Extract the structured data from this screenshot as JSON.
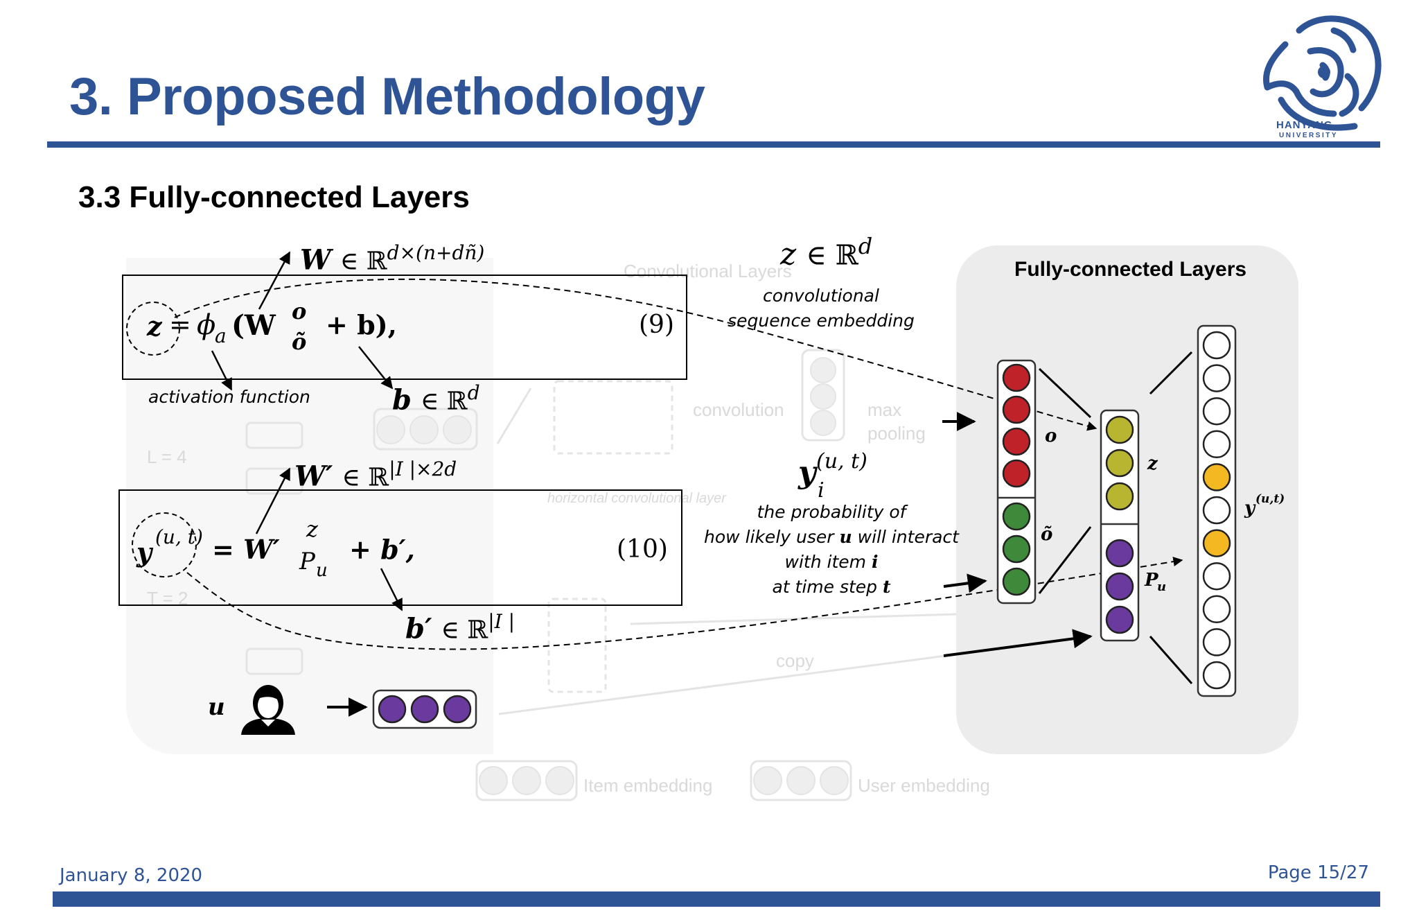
{
  "slide": {
    "title": "3. Proposed Methodology",
    "subtitle": "3.3 Fully-connected Layers",
    "date": "January 8, 2020",
    "page": "Page 15/27"
  },
  "logo": {
    "icon": "lion-head-icon",
    "line1": "HANYANG",
    "line2": "UNIVERSITY",
    "color": "#2f5496"
  },
  "equations": {
    "eq9": {
      "lhs": "z",
      "eq": "=",
      "fn": "ϕ",
      "fn_sub": "a",
      "open": "(W",
      "vec_top": "o",
      "vec_bot": "õ",
      "tail": "+ b),",
      "number": "(9)"
    },
    "eq10": {
      "lhs": "y",
      "lhs_sup": "(u, t)",
      "eq": "= W′",
      "vec_top": "z",
      "vec_bot": "P",
      "vec_bot_sub": "u",
      "tail": "+ b′,",
      "number": "(10)"
    }
  },
  "labels": {
    "W_def": {
      "sym": "W",
      "in": "∈ ℝ",
      "sup": "d×(n+dñ)"
    },
    "b_def": {
      "sym": "b",
      "in": "∈ ℝ",
      "sup": "d"
    },
    "Wp_def": {
      "sym": "W′",
      "in": "∈ ℝ",
      "sup": "|I |×2d"
    },
    "bp_def": {
      "sym": "b′",
      "in": "∈ ℝ",
      "sup": "|I |"
    },
    "z_def": {
      "sym": "z",
      "in": "∈ ℝ",
      "sup": "d"
    },
    "y_def": {
      "sym": "y",
      "sub": "i",
      "sup": "(u, t)"
    },
    "activation": "activation function",
    "z_note": [
      "convolutional",
      "sequence embedding"
    ],
    "y_note": {
      "l1": "the probability of",
      "l2a": "how likely user ",
      "l2b": "u",
      "l2c": " will interact",
      "l3a": "with item ",
      "l3b": "i",
      "l4a": "at time step ",
      "l4b": "t"
    },
    "user": "u"
  },
  "diagram": {
    "panel_title": "Fully-connected Layers",
    "o_label": "o",
    "ot_label": "õ",
    "z_label": "z",
    "pu_label": "P",
    "pu_sub": "u",
    "y_label": "y",
    "y_sup": "(u,t)",
    "colors": {
      "o": "#c0222a",
      "ot": "#3f8a3a",
      "z": "#b8b631",
      "pu": "#6a3a9e",
      "out_empty": "#ffffff",
      "out_hot": "#f4b823"
    },
    "output_hot_indices": [
      4,
      6
    ],
    "ghost": {
      "conv_title": "Convolutional Layers",
      "conv": "convolution",
      "max": "max",
      "pool": "pooling",
      "horiz": "horizontal convolutional layer",
      "item_emb": "Item embedding",
      "user_emb": "User embedding",
      "copy": "copy",
      "L": "L = 4",
      "T": "T = 2"
    }
  }
}
